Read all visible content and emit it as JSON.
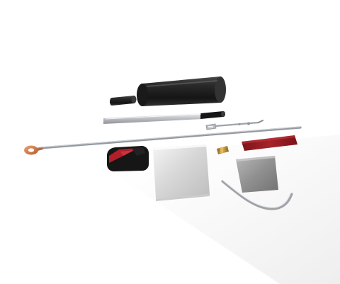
{
  "image": {
    "kind": "product-kit-parts-render",
    "background": "#ffffff",
    "parts": [
      {
        "name": "large-heat-shrink-tube",
        "color": "#2a2a2a"
      },
      {
        "name": "small-heat-shrink-sleeve",
        "color": "#1d1d1d"
      },
      {
        "name": "metal-rod-with-black-sleeve",
        "color": "#b9bcc0"
      },
      {
        "name": "thin-pin-with-hook",
        "color": "#9ea3a8"
      },
      {
        "name": "long-wire-with-ring-terminal",
        "color": "#8d9297"
      },
      {
        "name": "ring-terminal",
        "color": "#c76f3e"
      },
      {
        "name": "red-black-boot",
        "color": "#b1202a"
      },
      {
        "name": "silver-panel",
        "color": "#d8d8d8"
      },
      {
        "name": "brass-connector",
        "color": "#b78b2f"
      },
      {
        "name": "red-strip",
        "color": "#8b1c22"
      },
      {
        "name": "grey-pad",
        "color": "#8e8e8e"
      },
      {
        "name": "curved-strip",
        "color": "#a6a9ad"
      }
    ]
  }
}
